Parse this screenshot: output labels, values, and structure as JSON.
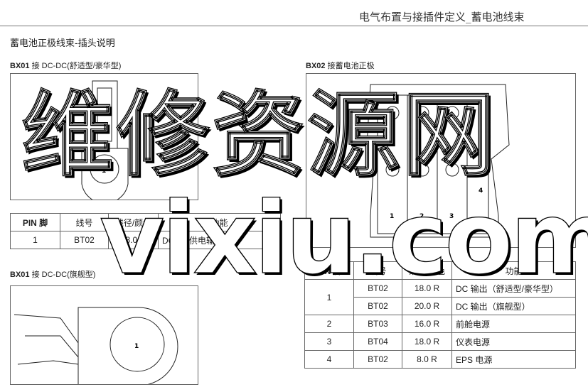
{
  "header": {
    "title": "电气布置与接插件定义_蓄电池线束"
  },
  "section_title": "蓄电池正极线束-插头说明",
  "bx01a": {
    "code": "BX01",
    "rest": " 接 DC-DC(舒适型/豪华型)",
    "pin_label": "1",
    "table": {
      "headers": [
        "PIN 脚",
        "线号",
        "线径/颜色",
        "功能"
      ],
      "rows": [
        [
          "1",
          "BT02",
          "18.0 R",
          "DCDC 供电输出+"
        ]
      ]
    }
  },
  "bx01b": {
    "code": "BX01",
    "rest": " 接 DC-DC(旗舰型)",
    "pin_label": "1"
  },
  "bx02": {
    "code": "BX02",
    "rest": " 接蓄电池正极",
    "pin_labels": [
      "1",
      "2",
      "3",
      "4"
    ],
    "table": {
      "headers": [
        "PIN 脚",
        "线号",
        "线径/颜色",
        "功能"
      ],
      "rows": [
        [
          "1",
          "BT02",
          "18.0 R",
          "DC 输出（舒适型/豪华型）"
        ],
        [
          "",
          "BT02",
          "20.0 R",
          "DC 输出（旗舰型）"
        ],
        [
          "2",
          "BT03",
          "16.0 R",
          "前舱电源"
        ],
        [
          "3",
          "BT04",
          "18.0 R",
          "仪表电源"
        ],
        [
          "4",
          "BT02",
          "8.0 R",
          "EPS 电源"
        ]
      ]
    }
  },
  "watermark": {
    "line1": "维修资源网",
    "line2": "vixiu.com"
  }
}
